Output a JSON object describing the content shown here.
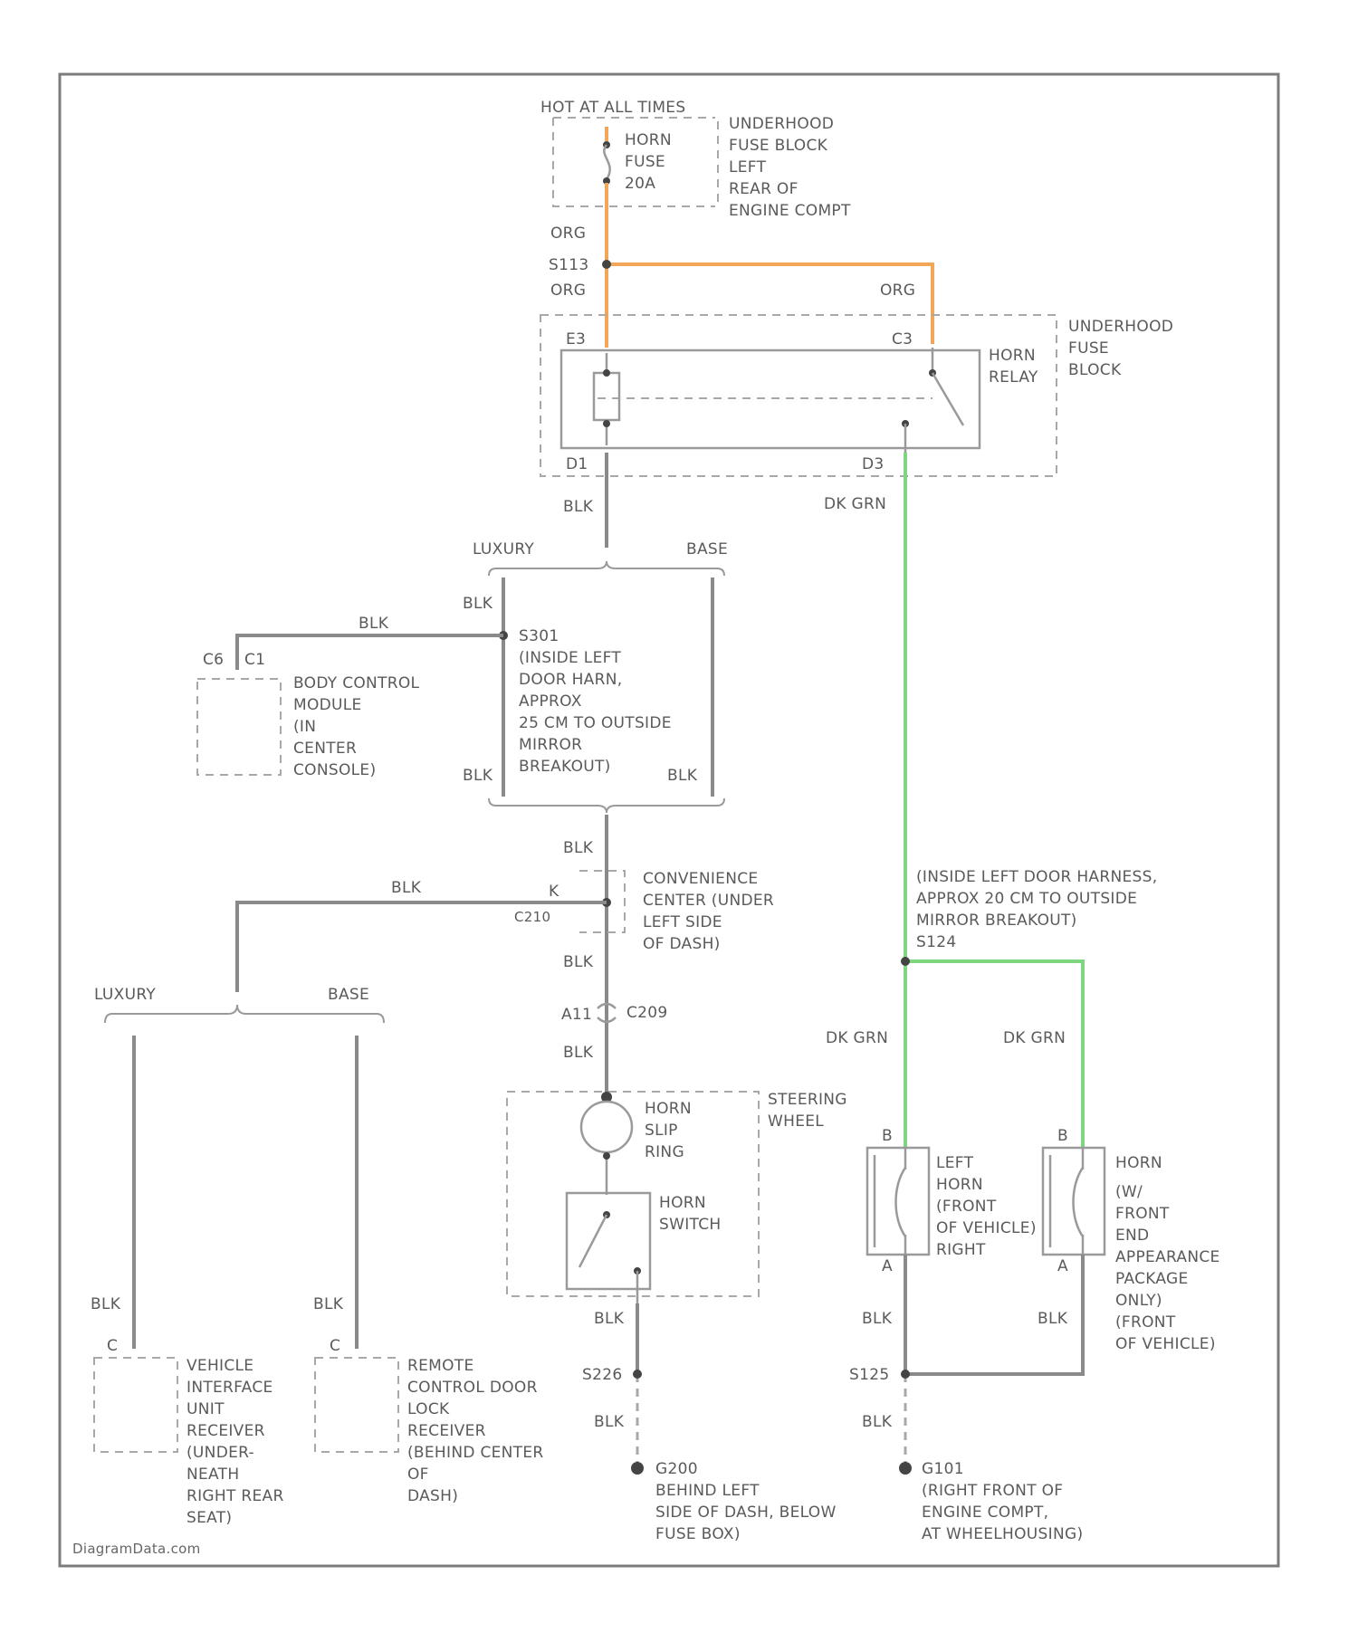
{
  "colors": {
    "frame": "#7c7c7c",
    "wire_gray": "#8a8a8a",
    "wire_orange": "#f2a65a",
    "wire_green": "#7ed67e",
    "component": "#9a9a9a",
    "text": "#5a5a5a"
  },
  "credit": "DiagramData.com",
  "power": {
    "source": "HOT AT ALL TIMES",
    "fuse_name": "HORN",
    "fuse_word": "FUSE",
    "fuse_rating": "20A",
    "fuse_block": [
      "UNDERHOOD",
      "FUSE BLOCK",
      "LEFT",
      "REAR OF",
      "ENGINE COMPT"
    ]
  },
  "wires": {
    "org_top": "ORG",
    "splice": "S113",
    "org_bottom": "ORG",
    "org_right": "ORG",
    "relay_out": "DK GRN",
    "relay_ground": "BLK"
  },
  "relay": {
    "pin_e3": "E3",
    "pin_c3": "C3",
    "pin_d1": "D1",
    "pin_d3": "D3",
    "name": [
      "HORN",
      "RELAY"
    ],
    "block": [
      "UNDERHOOD",
      "FUSE",
      "BLOCK"
    ]
  },
  "option_top": {
    "luxury": "LUXURY",
    "base": "BASE"
  },
  "harness": {
    "blk_top_left": "BLK",
    "splice_label": "S301",
    "note": [
      "(INSIDE LEFT",
      "DOOR HARN,",
      "APPROX",
      "25 CM TO OUTSIDE",
      "MIRROR",
      "BREAKOUT)"
    ],
    "blk_bottom_left": "BLK",
    "blk_bottom_right": "BLK",
    "blk_feed": "BLK"
  },
  "bcm": {
    "connector": "C6",
    "pin": "C1",
    "name": [
      "BODY CONTROL",
      "MODULE",
      "(IN",
      "CENTER",
      "CONSOLE)"
    ]
  },
  "convenience": {
    "blk_above": "BLK",
    "blk_branch": "BLK",
    "pin": "K",
    "connector": "C210",
    "name": [
      "CONVENIENCE",
      "CENTER (UNDER",
      "LEFT SIDE",
      "OF DASH)"
    ],
    "blk_below": "BLK",
    "pin_a11": "A11",
    "c_label": "C209",
    "blk_wheel": "BLK"
  },
  "option_bottom": {
    "luxury": "LUXURY",
    "base": "BASE"
  },
  "steering": {
    "title": [
      "STEERING",
      "WHEEL"
    ],
    "slip_ring": [
      "HORN",
      "SLIP",
      "RING"
    ],
    "switch": [
      "HORN",
      "SWITCH"
    ],
    "blk_out": "BLK",
    "splice": "S226",
    "blk_ground": "BLK",
    "ground": "G200",
    "ground_loc": [
      "BEHIND LEFT",
      "SIDE OF DASH, BELOW",
      "FUSE BOX)"
    ]
  },
  "receivers": {
    "vehicle_blk": "BLK",
    "vehicle_pin": "C",
    "vehicle_name": [
      "VEHICLE",
      "INTERFACE",
      "UNIT",
      "RECEIVER",
      "(UNDER-",
      "NEATH",
      "RIGHT REAR",
      "SEAT)"
    ],
    "remote_blk": "BLK",
    "remote_pin": "C",
    "remote_name": [
      "REMOTE",
      "CONTROL DOOR",
      "LOCK",
      "RECEIVER",
      "(BEHIND CENTER",
      "OF",
      "DASH)"
    ]
  },
  "horns": {
    "harness_note": [
      "(INSIDE LEFT DOOR HARNESS,",
      "APPROX 20 CM TO OUTSIDE",
      "MIRROR BREAKOUT)",
      "S124"
    ],
    "left_wire": "DK GRN",
    "right_wire": "DK GRN",
    "left_pin_b": "B",
    "left_pin_a": "A",
    "right_pin_b": "B",
    "right_pin_a": "A",
    "left_name": [
      "LEFT",
      "HORN",
      "(FRONT",
      "OF VEHICLE)",
      "RIGHT"
    ],
    "right_name": [
      "HORN",
      "(W/",
      "FRONT",
      "END",
      "APPEARANCE",
      "PACKAGE",
      "ONLY)",
      "(FRONT",
      "OF VEHICLE)"
    ],
    "left_blk": "BLK",
    "right_blk": "BLK",
    "splice": "S125",
    "ground_blk": "BLK",
    "ground": "G101",
    "ground_loc": [
      "(RIGHT FRONT OF",
      "ENGINE COMPT,",
      "AT WHEELHOUSING)"
    ]
  }
}
